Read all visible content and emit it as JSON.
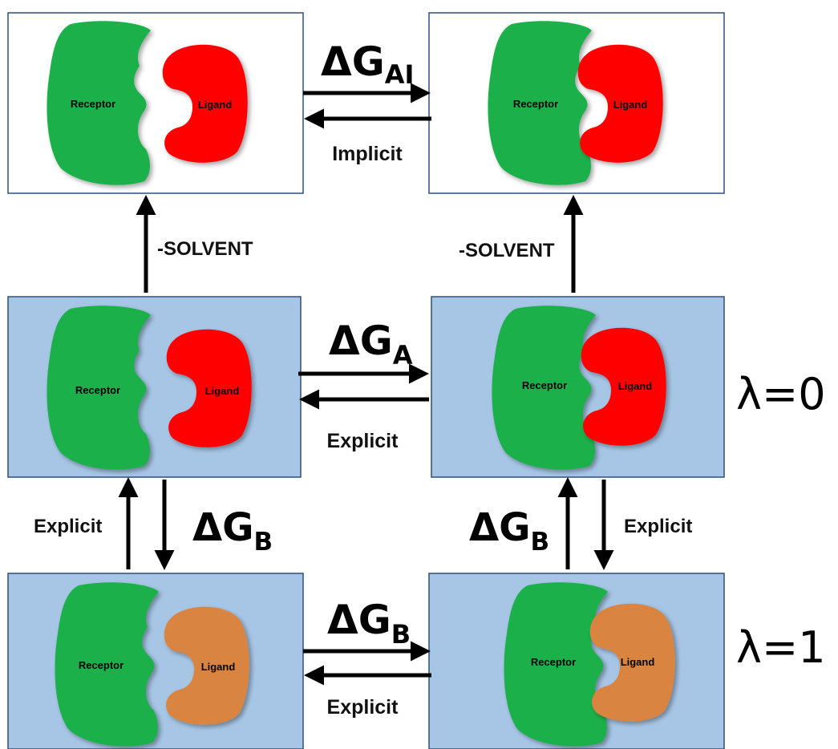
{
  "colors": {
    "receptor": "#1db04b",
    "ligand_lambda0": "#ff0000",
    "ligand_lambda1": "#d9843f",
    "solvent_box": "#a7c6e6",
    "box_border": "#2f4e7a"
  },
  "molecules": {
    "receptor_label": "Receptor",
    "ligand_label": "Ligand"
  },
  "transitions": {
    "top_dg": "ΔG",
    "top_dg_sub": "AI",
    "top_label": "Implicit",
    "mid_dg": "ΔG",
    "mid_dg_sub": "A",
    "mid_label": "Explicit",
    "bottom_dg": "ΔG",
    "bottom_dg_sub": "B",
    "bottom_label": "Explicit",
    "left_vertical_label": "Explicit",
    "left_vertical_dg": "ΔG",
    "left_vertical_dg_sub": "B",
    "right_vertical_label": "Explicit",
    "right_vertical_dg": "ΔG",
    "right_vertical_dg_sub": "B",
    "solvent_left": "-SOLVENT",
    "solvent_right": "-SOLVENT"
  },
  "lambda": {
    "state0": "λ=0",
    "state1": "λ=1"
  }
}
